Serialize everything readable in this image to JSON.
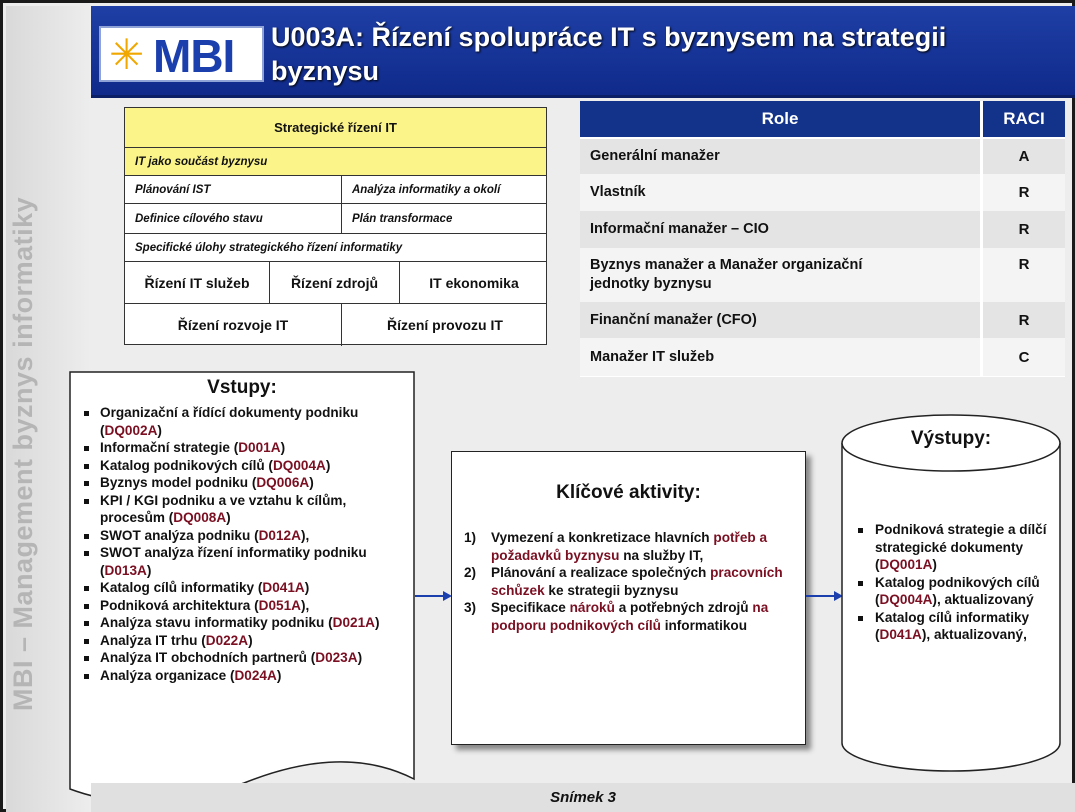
{
  "sidebar": {
    "text": "MBI – Management byznys informatiky"
  },
  "header": {
    "logo_text": "MBI",
    "logo_star": "✳",
    "title": "U003A: Řízení spolupráce IT s byznysem na strategii byznysu"
  },
  "strategy": {
    "title": "Strategické řízení IT",
    "row1": "IT jako součást byznysu",
    "row2_left": "Plánování IST",
    "row2_right": "Analýza informatiky a okolí",
    "row3_left": "Definice cílového stavu",
    "row3_right": "Plán transformace",
    "row4": "Specifické úlohy strategického řízení informatiky",
    "row5_a": "Řízení IT služeb",
    "row5_b": "Řízení  zdrojů",
    "row5_c": "IT ekonomika",
    "row6_a": "Řízení rozvoje IT",
    "row6_b": "Řízení provozu IT"
  },
  "raci": {
    "col_role": "Role",
    "col_raci": "RACI",
    "rows": [
      {
        "role": "Generální manažer",
        "value": "A"
      },
      {
        "role": "Vlastník",
        "value": "R"
      },
      {
        "role": "Informační manažer – CIO",
        "value": "R"
      },
      {
        "role": "Byznys manažer a Manažer organizační jednotky byznysu",
        "value": "R"
      },
      {
        "role": "Finanční manažer (CFO)",
        "value": "R"
      },
      {
        "role": "Manažer IT služeb",
        "value": "C"
      }
    ]
  },
  "inputs": {
    "title": "Vstupy:",
    "items": [
      {
        "text": "Organizační a řídící dokumenty podniku (",
        "code": "DQ002A",
        "end": ")"
      },
      {
        "text": "Informační strategie (",
        "code": "D001A",
        "end": ")"
      },
      {
        "text": "Katalog podnikových cílů (",
        "code": "DQ004A",
        "end": ")"
      },
      {
        "text": "Byznys model podniku (",
        "code": "DQ006A",
        "end": ")"
      },
      {
        "text": "KPI / KGI podniku a ve vztahu k cílům, procesům (",
        "code": "DQ008A",
        "end": ")"
      },
      {
        "text": "SWOT analýza podniku (",
        "code": "D012A",
        "end": "),"
      },
      {
        "text": "SWOT analýza řízení informatiky podniku (",
        "code": "D013A",
        "end": ")"
      },
      {
        "text": "Katalog cílů informatiky (",
        "code": "D041A",
        "end": ")"
      },
      {
        "text": "Podniková architektura (",
        "code": "D051A",
        "end": "),"
      },
      {
        "text": "Analýza stavu informatiky podniku (",
        "code": "D021A",
        "end": ")"
      },
      {
        "text": "Analýza IT trhu (",
        "code": "D022A",
        "end": ")"
      },
      {
        "text": "Analýza IT obchodních partnerů (",
        "code": "D023A",
        "end": ")"
      },
      {
        "text": "Analýza organizace (",
        "code": "D024A",
        "end": ")"
      }
    ]
  },
  "activities": {
    "title": "Klíčové aktivity:",
    "items": [
      {
        "num": "1)",
        "pre": "Vymezení a konkretizace hlavních ",
        "hl": "potřeb a požadavků byznysu",
        "post": " na služby IT,"
      },
      {
        "num": "2)",
        "pre": "Plánování a realizace společných ",
        "hl": "pracovních schůzek",
        "post": " ke strategii byznysu"
      },
      {
        "num": "3)",
        "pre": "Specifikace ",
        "hl": "nároků",
        "post": " a potřebných zdrojů ",
        "hl2": "na podporu podnikových cílů",
        "post2": " informatikou"
      }
    ]
  },
  "outputs": {
    "title": "Výstupy:",
    "items": [
      {
        "text": "Podniková strategie a dílčí strategické dokumenty (",
        "code": "DQ001A",
        "end": ")"
      },
      {
        "text": "Katalog podnikových cílů (",
        "code": "DQ004A",
        "end": "), aktualizovaný"
      },
      {
        "text": "Katalog cílů informatiky (",
        "code": "D041A",
        "end": "), aktualizovaný,"
      }
    ]
  },
  "footer": {
    "text": "Snímek 3"
  },
  "colors": {
    "header": "#13328a",
    "code": "#7a0f22",
    "highlight": "#f7ee6a"
  }
}
